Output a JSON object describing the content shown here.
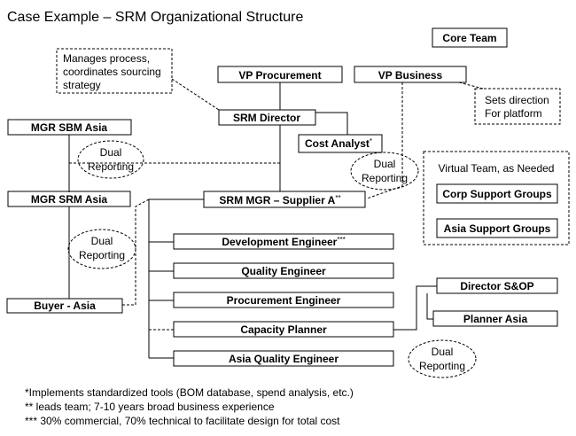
{
  "title": "Case Example – SRM Organizational Structure",
  "colors": {
    "accent_box": "#c6e3e8",
    "plain_box": "#ffffff",
    "line": "#000000"
  },
  "boxes": {
    "core_team": "Core Team",
    "vp_procurement": "VP Procurement",
    "vp_business": "VP Business",
    "srm_director": "SRM Director",
    "cost_analyst": "Cost Analyst",
    "cost_analyst_mark": "*",
    "mgr_sbm_asia": "MGR SBM Asia",
    "mgr_srm_asia": "MGR SRM Asia",
    "srm_mgr_supplier": "SRM MGR – Supplier A",
    "srm_mgr_supplier_mark": "**",
    "buyer_asia": "Buyer - Asia",
    "development_engineer": "Development Engineer",
    "development_engineer_mark": "***",
    "quality_engineer": "Quality Engineer",
    "procurement_engineer": "Procurement Engineer",
    "capacity_planner": "Capacity Planner",
    "asia_quality_engineer": "Asia Quality Engineer",
    "director_sop": "Director S&OP",
    "planner_asia": "Planner Asia",
    "corp_support_groups": "Corp Support Groups",
    "asia_support_groups": "Asia Support Groups"
  },
  "notes": {
    "manages_line1": "Manages process,",
    "manages_line2": "coordinates sourcing",
    "manages_line3": "strategy",
    "sets_line1": "Sets direction",
    "sets_line2": "For platform",
    "virtual_team": "Virtual Team, as Needed",
    "dual_line1": "Dual",
    "dual_line2": "Reporting"
  },
  "footnotes": [
    "*Implements standardized tools (BOM database, spend analysis, etc.)",
    "** leads team; 7-10 years broad business experience",
    "*** 30% commercial, 70% technical to facilitate design for total cost"
  ]
}
